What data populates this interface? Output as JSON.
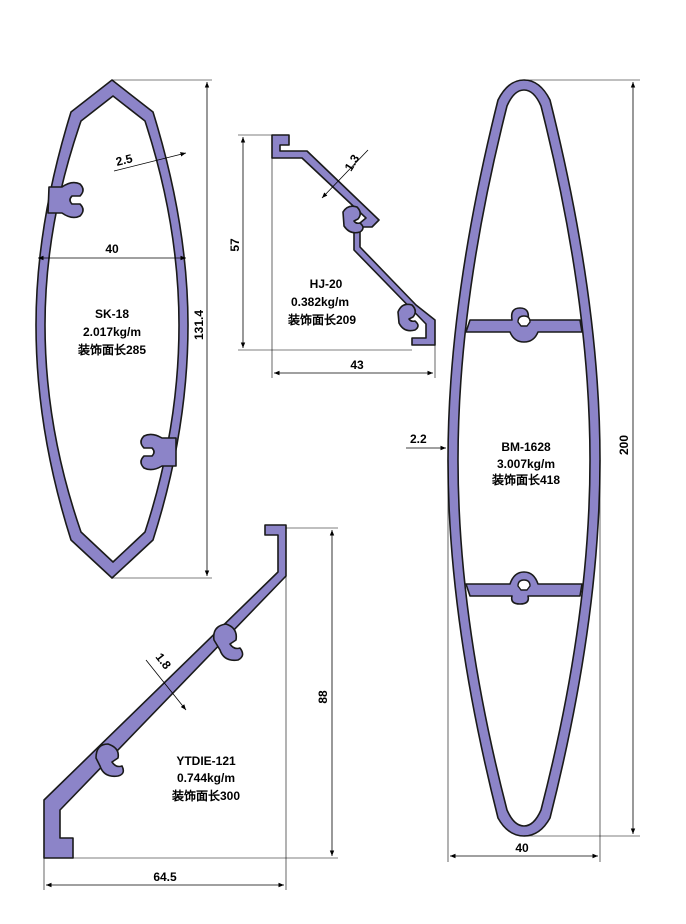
{
  "profiles": {
    "sk18": {
      "code": "SK-18",
      "weight": "2.017kg/m",
      "face": "装饰面长285",
      "dims": {
        "thickness": "2.5",
        "width": "40",
        "height": "131.4"
      }
    },
    "hj20": {
      "code": "HJ-20",
      "weight": "0.382kg/m",
      "face": "装饰面长209",
      "dims": {
        "thickness": "1.3",
        "height": "57",
        "width": "43"
      }
    },
    "bm1628": {
      "code": "BM-1628",
      "weight": "3.007kg/m",
      "face": "装饰面长418",
      "dims": {
        "thickness": "2.2",
        "height": "200",
        "width": "40"
      }
    },
    "ytdie121": {
      "code": "YTDIE-121",
      "weight": "0.744kg/m",
      "face": "装饰面长300",
      "dims": {
        "thickness": "1.8",
        "height": "88",
        "width": "64.5"
      }
    }
  },
  "colors": {
    "profile_fill": "#8c84c8",
    "outline": "#1a1a1a"
  }
}
